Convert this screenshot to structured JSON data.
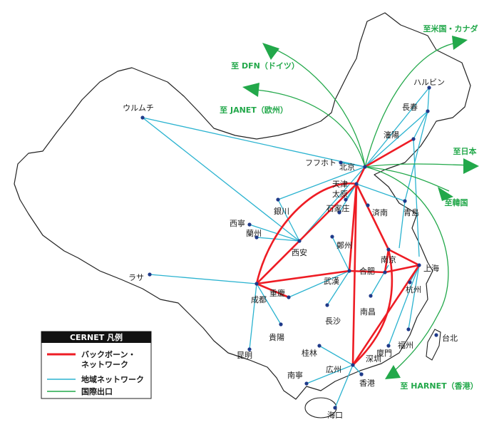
{
  "colors": {
    "backbone": "#ee1c24",
    "regional": "#2bb3d0",
    "international": "#22a84a",
    "city": "#1f3a8a"
  },
  "legend": {
    "title": "CERNET 凡例",
    "items": [
      {
        "key": "backbone",
        "label_line1": "バックボーン・",
        "label_line2": "ネットワーク"
      },
      {
        "key": "regional",
        "label_line1": "地域ネットワーク",
        "label_line2": ""
      },
      {
        "key": "international",
        "label_line1": "国際出口",
        "label_line2": ""
      }
    ]
  },
  "international": [
    {
      "id": "us",
      "label": "至米国・カナダ"
    },
    {
      "id": "dfn",
      "label": "至 DFN（ドイツ）"
    },
    {
      "id": "janet",
      "label": "至 JANET（欧州）"
    },
    {
      "id": "japan",
      "label": "至日本"
    },
    {
      "id": "korea",
      "label": "至韓国"
    },
    {
      "id": "harnet",
      "label": "至 HARNET（香港）"
    }
  ],
  "cities": [
    {
      "id": "beijing",
      "label": "北京"
    },
    {
      "id": "tianjin",
      "label": "天津"
    },
    {
      "id": "shenyang",
      "label": "瀋陽"
    },
    {
      "id": "changchun",
      "label": "長春"
    },
    {
      "id": "harbin",
      "label": "ハルビン"
    },
    {
      "id": "hohhot",
      "label": "フフホト"
    },
    {
      "id": "urumqi",
      "label": "ウルムチ"
    },
    {
      "id": "taiyuan",
      "label": "太原"
    },
    {
      "id": "shijiazhuang",
      "label": "石家庄"
    },
    {
      "id": "jinan",
      "label": "済南"
    },
    {
      "id": "qingdao",
      "label": "青島"
    },
    {
      "id": "yinchuan",
      "label": "銀川"
    },
    {
      "id": "xining",
      "label": "西寧"
    },
    {
      "id": "lanzhou",
      "label": "蘭州"
    },
    {
      "id": "xian",
      "label": "西安"
    },
    {
      "id": "zhengzhou",
      "label": "鄭州"
    },
    {
      "id": "nanjing",
      "label": "南京"
    },
    {
      "id": "hefei",
      "label": "合肥"
    },
    {
      "id": "shanghai",
      "label": "上海"
    },
    {
      "id": "hangzhou",
      "label": "杭州"
    },
    {
      "id": "wuhan",
      "label": "武漢"
    },
    {
      "id": "lhasa",
      "label": "ラサ"
    },
    {
      "id": "chengdu",
      "label": "成都"
    },
    {
      "id": "chongqing",
      "label": "重慶"
    },
    {
      "id": "changsha",
      "label": "長沙"
    },
    {
      "id": "nanchang",
      "label": "南昌"
    },
    {
      "id": "fuzhou",
      "label": "福州"
    },
    {
      "id": "xiamen",
      "label": "廈門"
    },
    {
      "id": "taipei",
      "label": "台北"
    },
    {
      "id": "guiyang",
      "label": "貴陽"
    },
    {
      "id": "kunming",
      "label": "昆明"
    },
    {
      "id": "guilin",
      "label": "桂林"
    },
    {
      "id": "nanning",
      "label": "南寧"
    },
    {
      "id": "guangzhou",
      "label": "広州"
    },
    {
      "id": "shenzhen",
      "label": "深圳"
    },
    {
      "id": "hongkong",
      "label": "香港"
    },
    {
      "id": "haikou",
      "label": "海口"
    }
  ]
}
